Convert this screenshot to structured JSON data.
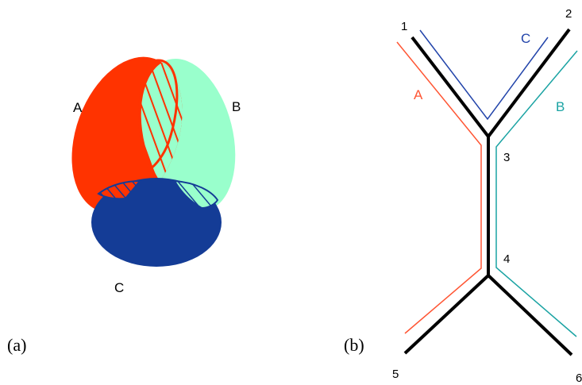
{
  "panel_a": {
    "caption": "(a)",
    "sets": {
      "a": "A",
      "b": "B",
      "c": "C"
    },
    "colors": {
      "a_fill": "#ff3300",
      "b_fill": "#99ffcc",
      "c_fill": "#143c96",
      "hatch_red": "#ff3300",
      "hatch_blue": "#143c96",
      "label": "#000000"
    }
  },
  "panel_b": {
    "caption": "(b)",
    "nodes": {
      "n1": "1",
      "n2": "2",
      "n3": "3",
      "n4": "4",
      "n5": "5",
      "n6": "6"
    },
    "paths": {
      "a": "A",
      "b": "B",
      "c": "C"
    },
    "colors": {
      "tree": "#000000",
      "path_a": "#ff5533",
      "path_b": "#1aa3a3",
      "path_c": "#2244aa"
    }
  }
}
